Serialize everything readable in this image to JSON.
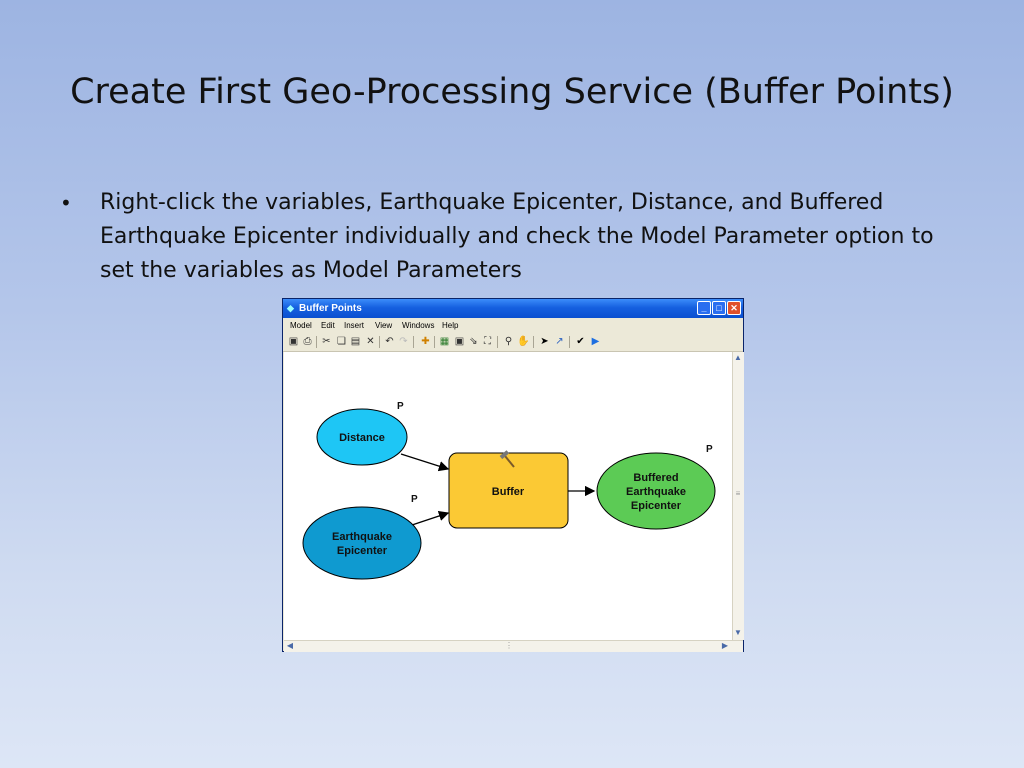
{
  "slide": {
    "title": "Create First Geo-Processing Service (Buffer Points)",
    "bullet_symbol": "•",
    "bullet_text": "Right-click the variables, Earthquake Epicenter, Distance, and Buffered Earthquake Epicenter individually and check the Model Parameter option to set the variables as Model Parameters"
  },
  "window": {
    "title": "Buffer Points",
    "controls": {
      "minimize": "_",
      "maximize": "□",
      "close": "✕"
    },
    "menu": [
      "Model",
      "Edit",
      "Insert",
      "View",
      "Windows",
      "Help"
    ],
    "toolbar_icons": [
      "save-icon",
      "print-icon",
      "cut-icon",
      "copy-icon",
      "paste-icon",
      "delete-icon",
      "undo-icon",
      "redo-icon",
      "add-data-icon",
      "auto-layout-icon",
      "full-extent-icon",
      "zoom-in-fixed-icon",
      "zoom-out-fixed-icon",
      "zoom-icon",
      "pan-icon",
      "select-icon",
      "connect-icon",
      "validate-icon",
      "run-icon"
    ]
  },
  "model": {
    "nodes": {
      "distance": {
        "label": "Distance",
        "color": "#1ec6f5"
      },
      "earthquake": {
        "label_line1": "Earthquake",
        "label_line2": "Epicenter",
        "color": "#0f9ad0"
      },
      "buffer": {
        "label": "Buffer",
        "color": "#fbc934"
      },
      "buffered": {
        "label_line1": "Buffered",
        "label_line2": "Earthquake",
        "label_line3": "Epicenter",
        "color": "#5ccb55"
      }
    },
    "parameter_marker": "P"
  }
}
